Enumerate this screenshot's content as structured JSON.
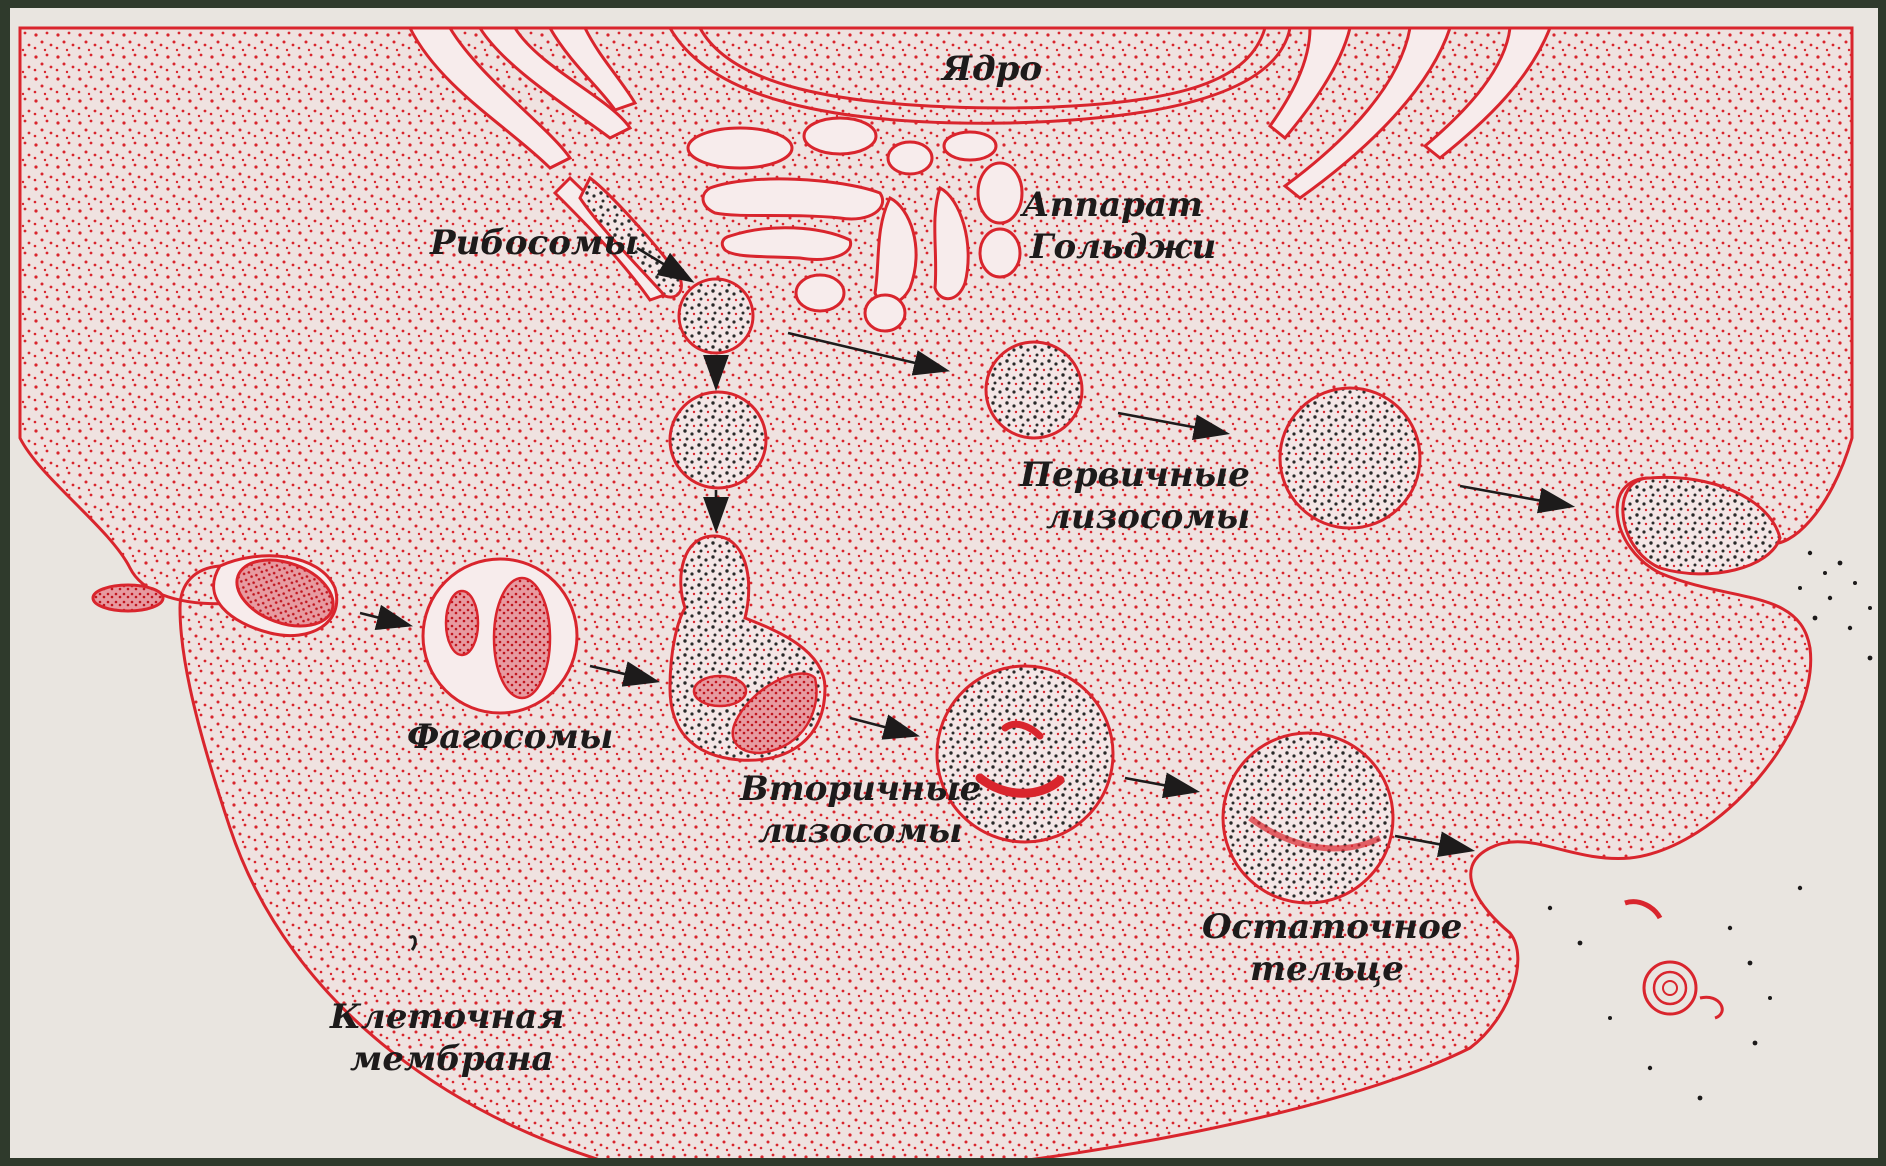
{
  "diagram": {
    "labels": {
      "nucleus": "Ядро",
      "golgi_line1": "Аппарат",
      "golgi_line2": "Гольджи",
      "ribosomes": "Рибосомы",
      "primary_line1": "Первичные",
      "primary_line2": "лизосомы",
      "phagosomes": "Фагосомы",
      "secondary_line1": "Вторичные",
      "secondary_line2": "лизосомы",
      "residual_line1": "Остаточное",
      "residual_line2": "тельце",
      "membrane_line1": "Клеточная",
      "membrane_line2": "мембрана"
    }
  }
}
